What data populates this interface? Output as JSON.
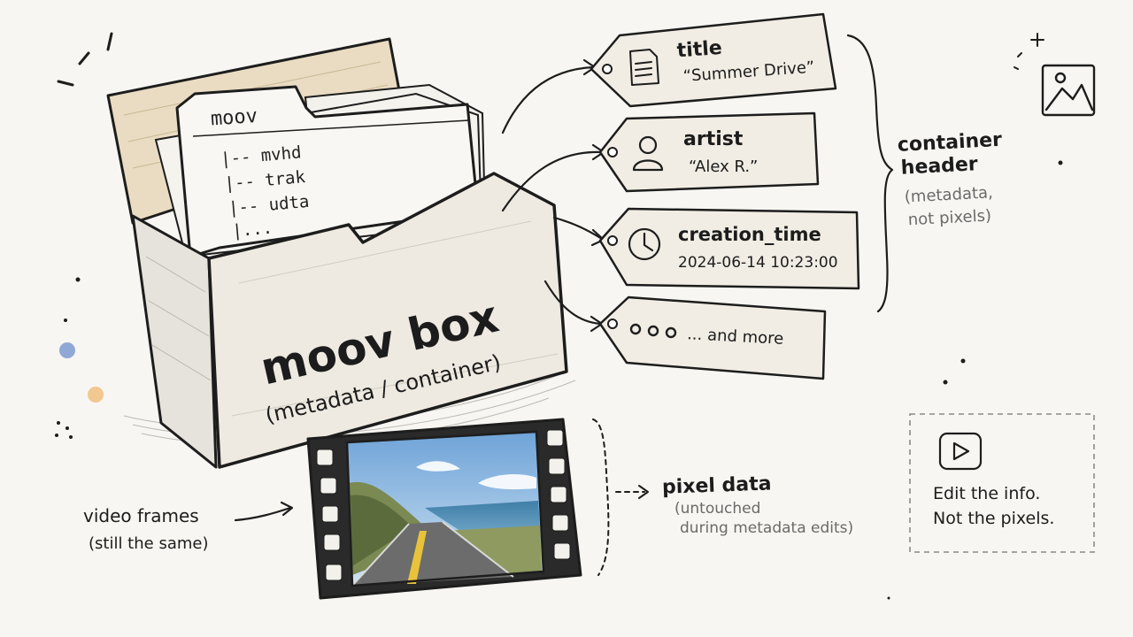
{
  "folder": {
    "tab_label": "moov",
    "tree": [
      "|-- mvhd",
      "|-- trak",
      "|-- udta",
      "|..."
    ],
    "title": "moov box",
    "subtitle": "(metadata / container)"
  },
  "tags": [
    {
      "key": "title",
      "value": "“Summer Drive”",
      "icon": "document-icon"
    },
    {
      "key": "artist",
      "value": "“Alex R.”",
      "icon": "person-icon"
    },
    {
      "key": "creation_time",
      "value": "2024-06-14  10:23:00",
      "icon": "clock-icon"
    },
    {
      "key": "",
      "value": "... and more",
      "icon": "ellipsis-icon"
    }
  ],
  "container_header": {
    "title_line1": "container",
    "title_line2": "header",
    "note_line1": "(metadata,",
    "note_line2": "not pixels)"
  },
  "video_frames": {
    "line1": "video frames",
    "line2": "(still the same)"
  },
  "pixel_data": {
    "title": "pixel data",
    "note_line1": "(untouched",
    "note_line2": "during metadata edits)"
  },
  "callout": {
    "icon": "play-icon",
    "line1": "Edit the info.",
    "line2": "Not the pixels."
  },
  "colors": {
    "ink": "#1d1d1d",
    "paper": "#f7f6f2",
    "folder_fill": "#efeae0",
    "tag_fill": "#f1ede4",
    "dot_blue": "#8fa8d6",
    "dot_orange": "#f0c890"
  }
}
